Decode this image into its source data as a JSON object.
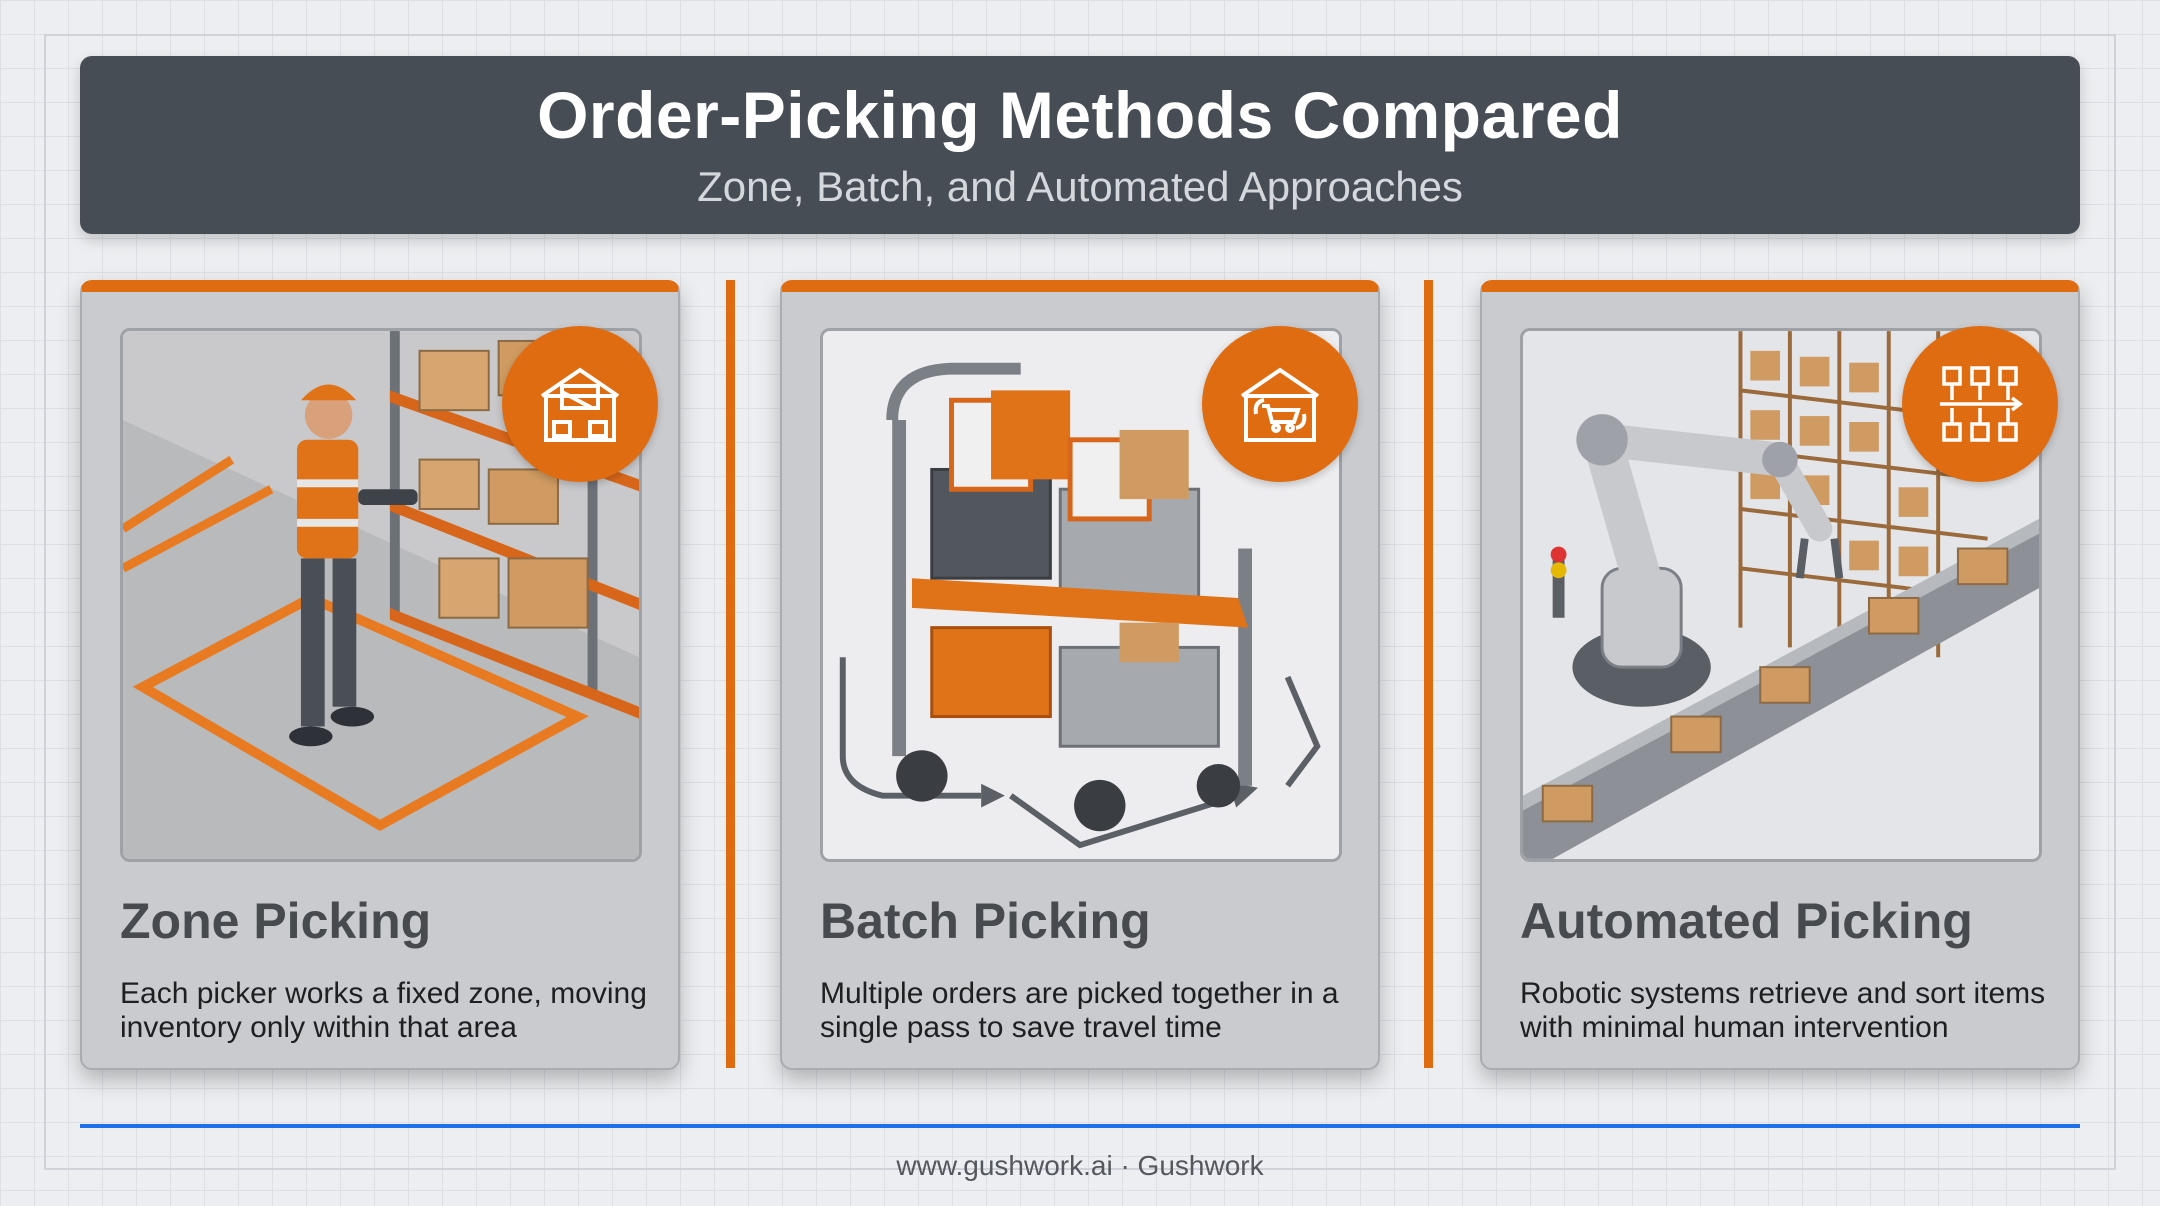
{
  "header": {
    "title": "Order-Picking Methods Compared",
    "subtitle": "Zone, Batch, and Automated Approaches"
  },
  "cards": [
    {
      "title": "Zone Picking",
      "description": "Each picker works a fixed zone, moving inventory only within that area",
      "icon": "warehouse-zone-icon"
    },
    {
      "title": "Batch Picking",
      "description": "Multiple orders are picked together in a single pass to save travel time",
      "icon": "cart-cycle-icon"
    },
    {
      "title": "Automated Picking",
      "description": "Robotic systems retrieve and sort items with minimal human intervention",
      "icon": "grid-flow-icon"
    }
  ],
  "footer": {
    "text": "www.gushwork.ai · Gushwork"
  },
  "colors": {
    "accent": "#e06c12",
    "header_bg": "#474d54",
    "footer_line": "#1f6fe8"
  }
}
